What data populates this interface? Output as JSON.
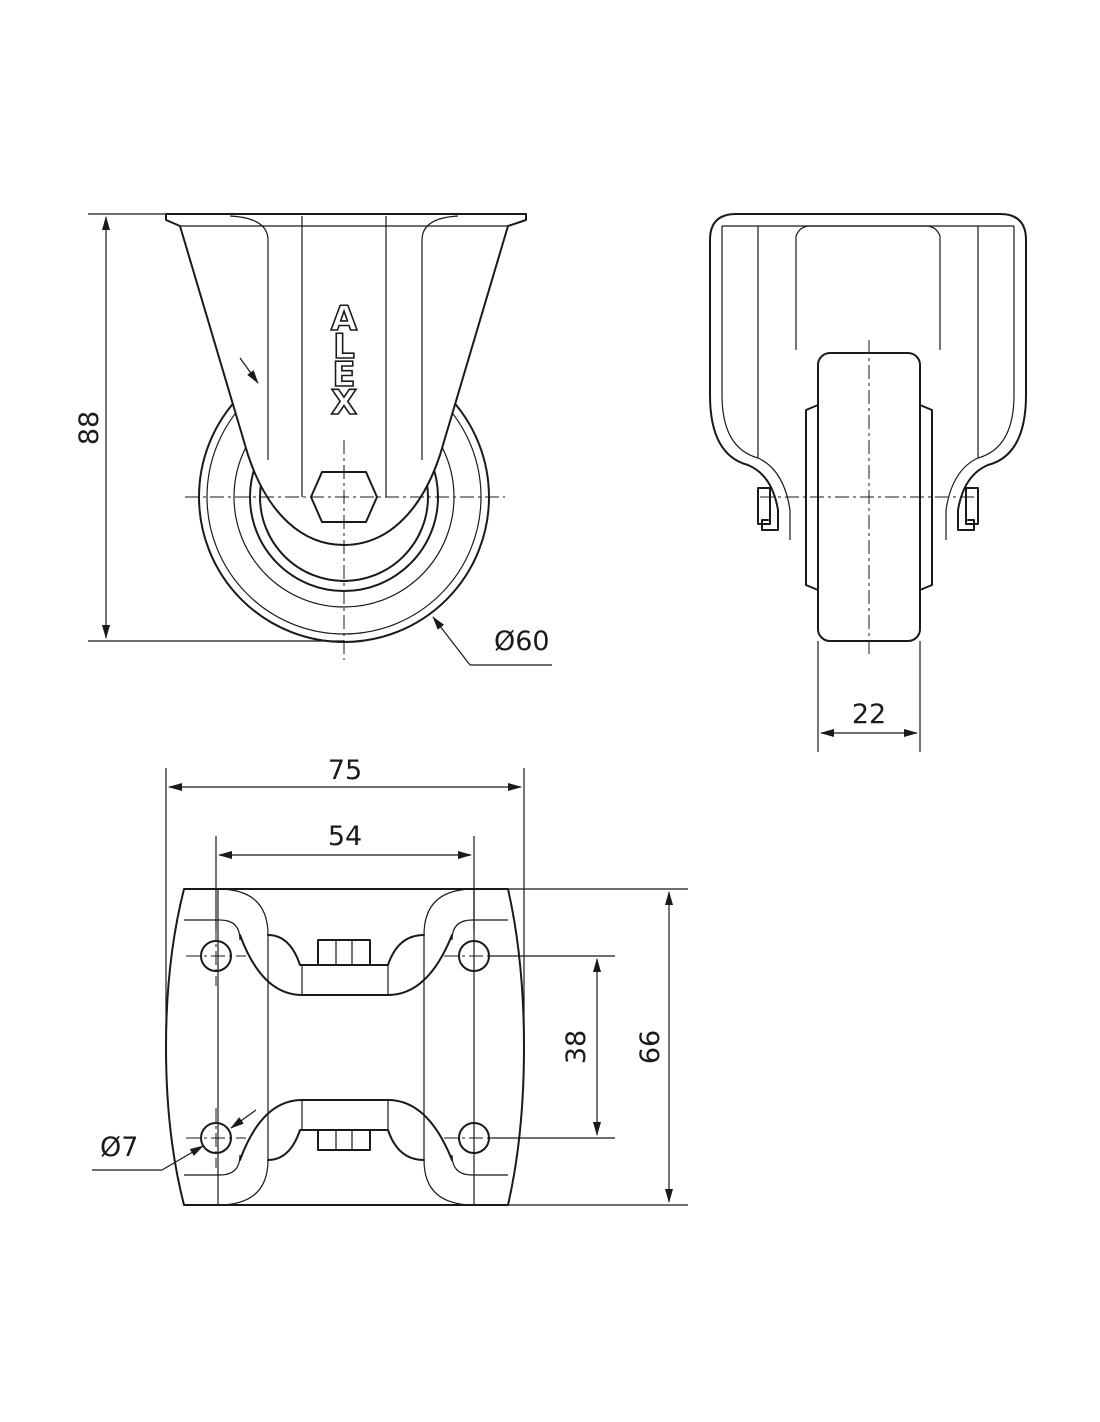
{
  "brand": {
    "logo": "ALEX",
    "logo_letters": [
      "A",
      "L",
      "E",
      "X"
    ]
  },
  "dimensions": {
    "height": "88",
    "wheel_diameter": "Ø60",
    "wheel_width": "22",
    "plate_width": "75",
    "hole_spacing_x": "54",
    "hole_spacing_y": "38",
    "plate_length": "66",
    "hole_diameter": "Ø7"
  },
  "colors": {
    "line": "#1a1a1a",
    "background": "#ffffff"
  }
}
